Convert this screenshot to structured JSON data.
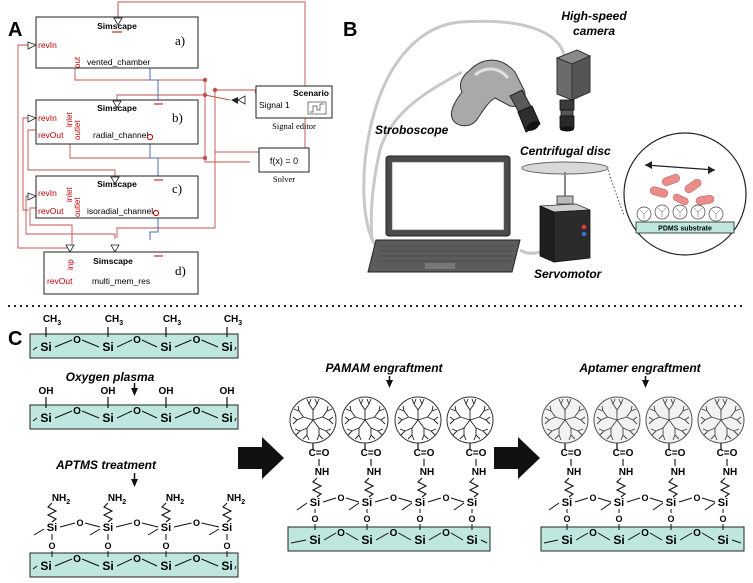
{
  "panels": {
    "a": "A",
    "b": "B",
    "c": "C"
  },
  "simscape": {
    "header": "Simscape",
    "blocks": [
      {
        "tag": "a)",
        "name": "vented_chamber",
        "ports": [
          "revIn",
          "out"
        ]
      },
      {
        "tag": "b)",
        "name": "radial_channel",
        "ports": [
          "revIn",
          "inlet",
          "revOut",
          "outlet"
        ]
      },
      {
        "tag": "c)",
        "name": "isoradial_channel",
        "ports": [
          "revIn",
          "inlet",
          "revOut",
          "outlet"
        ]
      },
      {
        "tag": "d)",
        "name": "multi_mem_res",
        "ports": [
          "inp",
          "revOut"
        ]
      }
    ],
    "scenario": {
      "title": "Scenario",
      "signal": "Signal 1",
      "caption": "Signal editor"
    },
    "solver": {
      "expr": "f(x) = 0",
      "caption": "Solver"
    }
  },
  "setup": {
    "camera": "High-speed camera",
    "camera_l1": "High-speed",
    "camera_l2": "camera",
    "stroboscope": "Stroboscope",
    "disc": "Centrifugal disc",
    "servo": "Servomotor",
    "substrate": "PDMS substrate"
  },
  "chem": {
    "ch3": "CH",
    "ch3_sub": "3",
    "oh": "OH",
    "nh2": "NH",
    "nh2_sub": "2",
    "si": "Si",
    "o": "O",
    "nh": "NH",
    "co": "C=O",
    "step1": "Oxygen plasma",
    "step2": "APTMS treatment",
    "step3": "PAMAM engraftment",
    "step4": "Aptamer engraftment"
  },
  "colors": {
    "slab": "#bfe7df",
    "wire": "#c0504d",
    "blue": "#4a6fb5",
    "label_red": "#c00000"
  }
}
